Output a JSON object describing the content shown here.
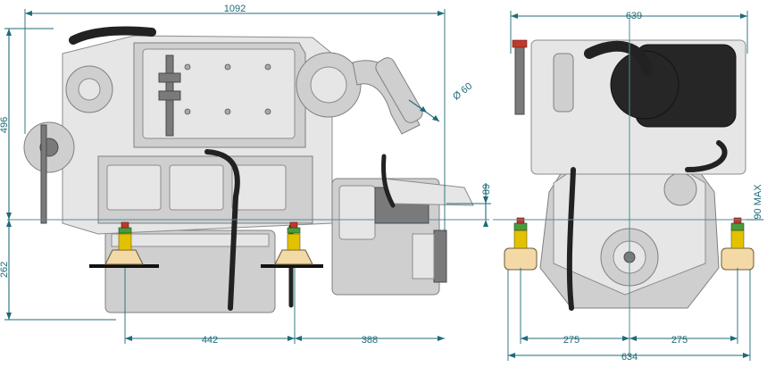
{
  "side_view": {
    "overall_length": "1092",
    "height": "496",
    "base_height": "262",
    "mount_spacing": "442",
    "rear_offset": "388",
    "shaft_angle_offset": "89",
    "exhaust_diameter": "Ø 60"
  },
  "front_view": {
    "overall_width": "639",
    "mount_width": "634",
    "left_offset": "275",
    "right_offset": "275",
    "max_angle": "90 MAX"
  },
  "colors": {
    "dimension": "#1f6b78",
    "mount_pad": "#f2d9a6",
    "hose": "#222222"
  }
}
